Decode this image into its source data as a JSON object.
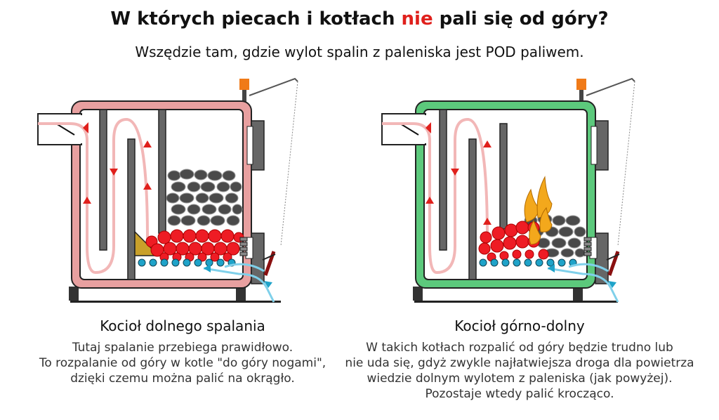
{
  "header": {
    "title_before": "W których piecach i kotłach ",
    "title_highlight": "nie",
    "title_after": " pali się od góry?",
    "subtitle": "Wszędzie tam, gdzie wylot spalin z paleniska jest POD paliwem."
  },
  "colors": {
    "highlight": "#e0201c",
    "left_shell": "#e8a0a0",
    "right_shell": "#5cc97c",
    "baffle": "#666666",
    "gas_flow": "#f2b7b7",
    "air_flow": "#7fd0ea",
    "ember": "#ee1c24",
    "coal": "#4a4a4a",
    "grate": "#1fa3c9",
    "flame": "#f3a81c",
    "regulator": "#f07a18"
  },
  "left": {
    "caption": "Kocioł dolnego spalania",
    "lines": [
      "Tutaj spalanie przebiega prawidłowo.",
      "To rozpalanie od góry w kotle \"do góry nogami\",",
      "dzięki czemu można palić na okrągło."
    ]
  },
  "right": {
    "caption": "Kocioł górno-dolny",
    "lines": [
      "W takich kotłach rozpalić od góry będzie trudno lub",
      "nie uda się, gdyż zwykle najłatwiejsza droga dla powietrza",
      "wiedzie dolnym wylotem z paleniska (jak powyżej).",
      "Pozostaje wtedy palić krocząco."
    ]
  }
}
